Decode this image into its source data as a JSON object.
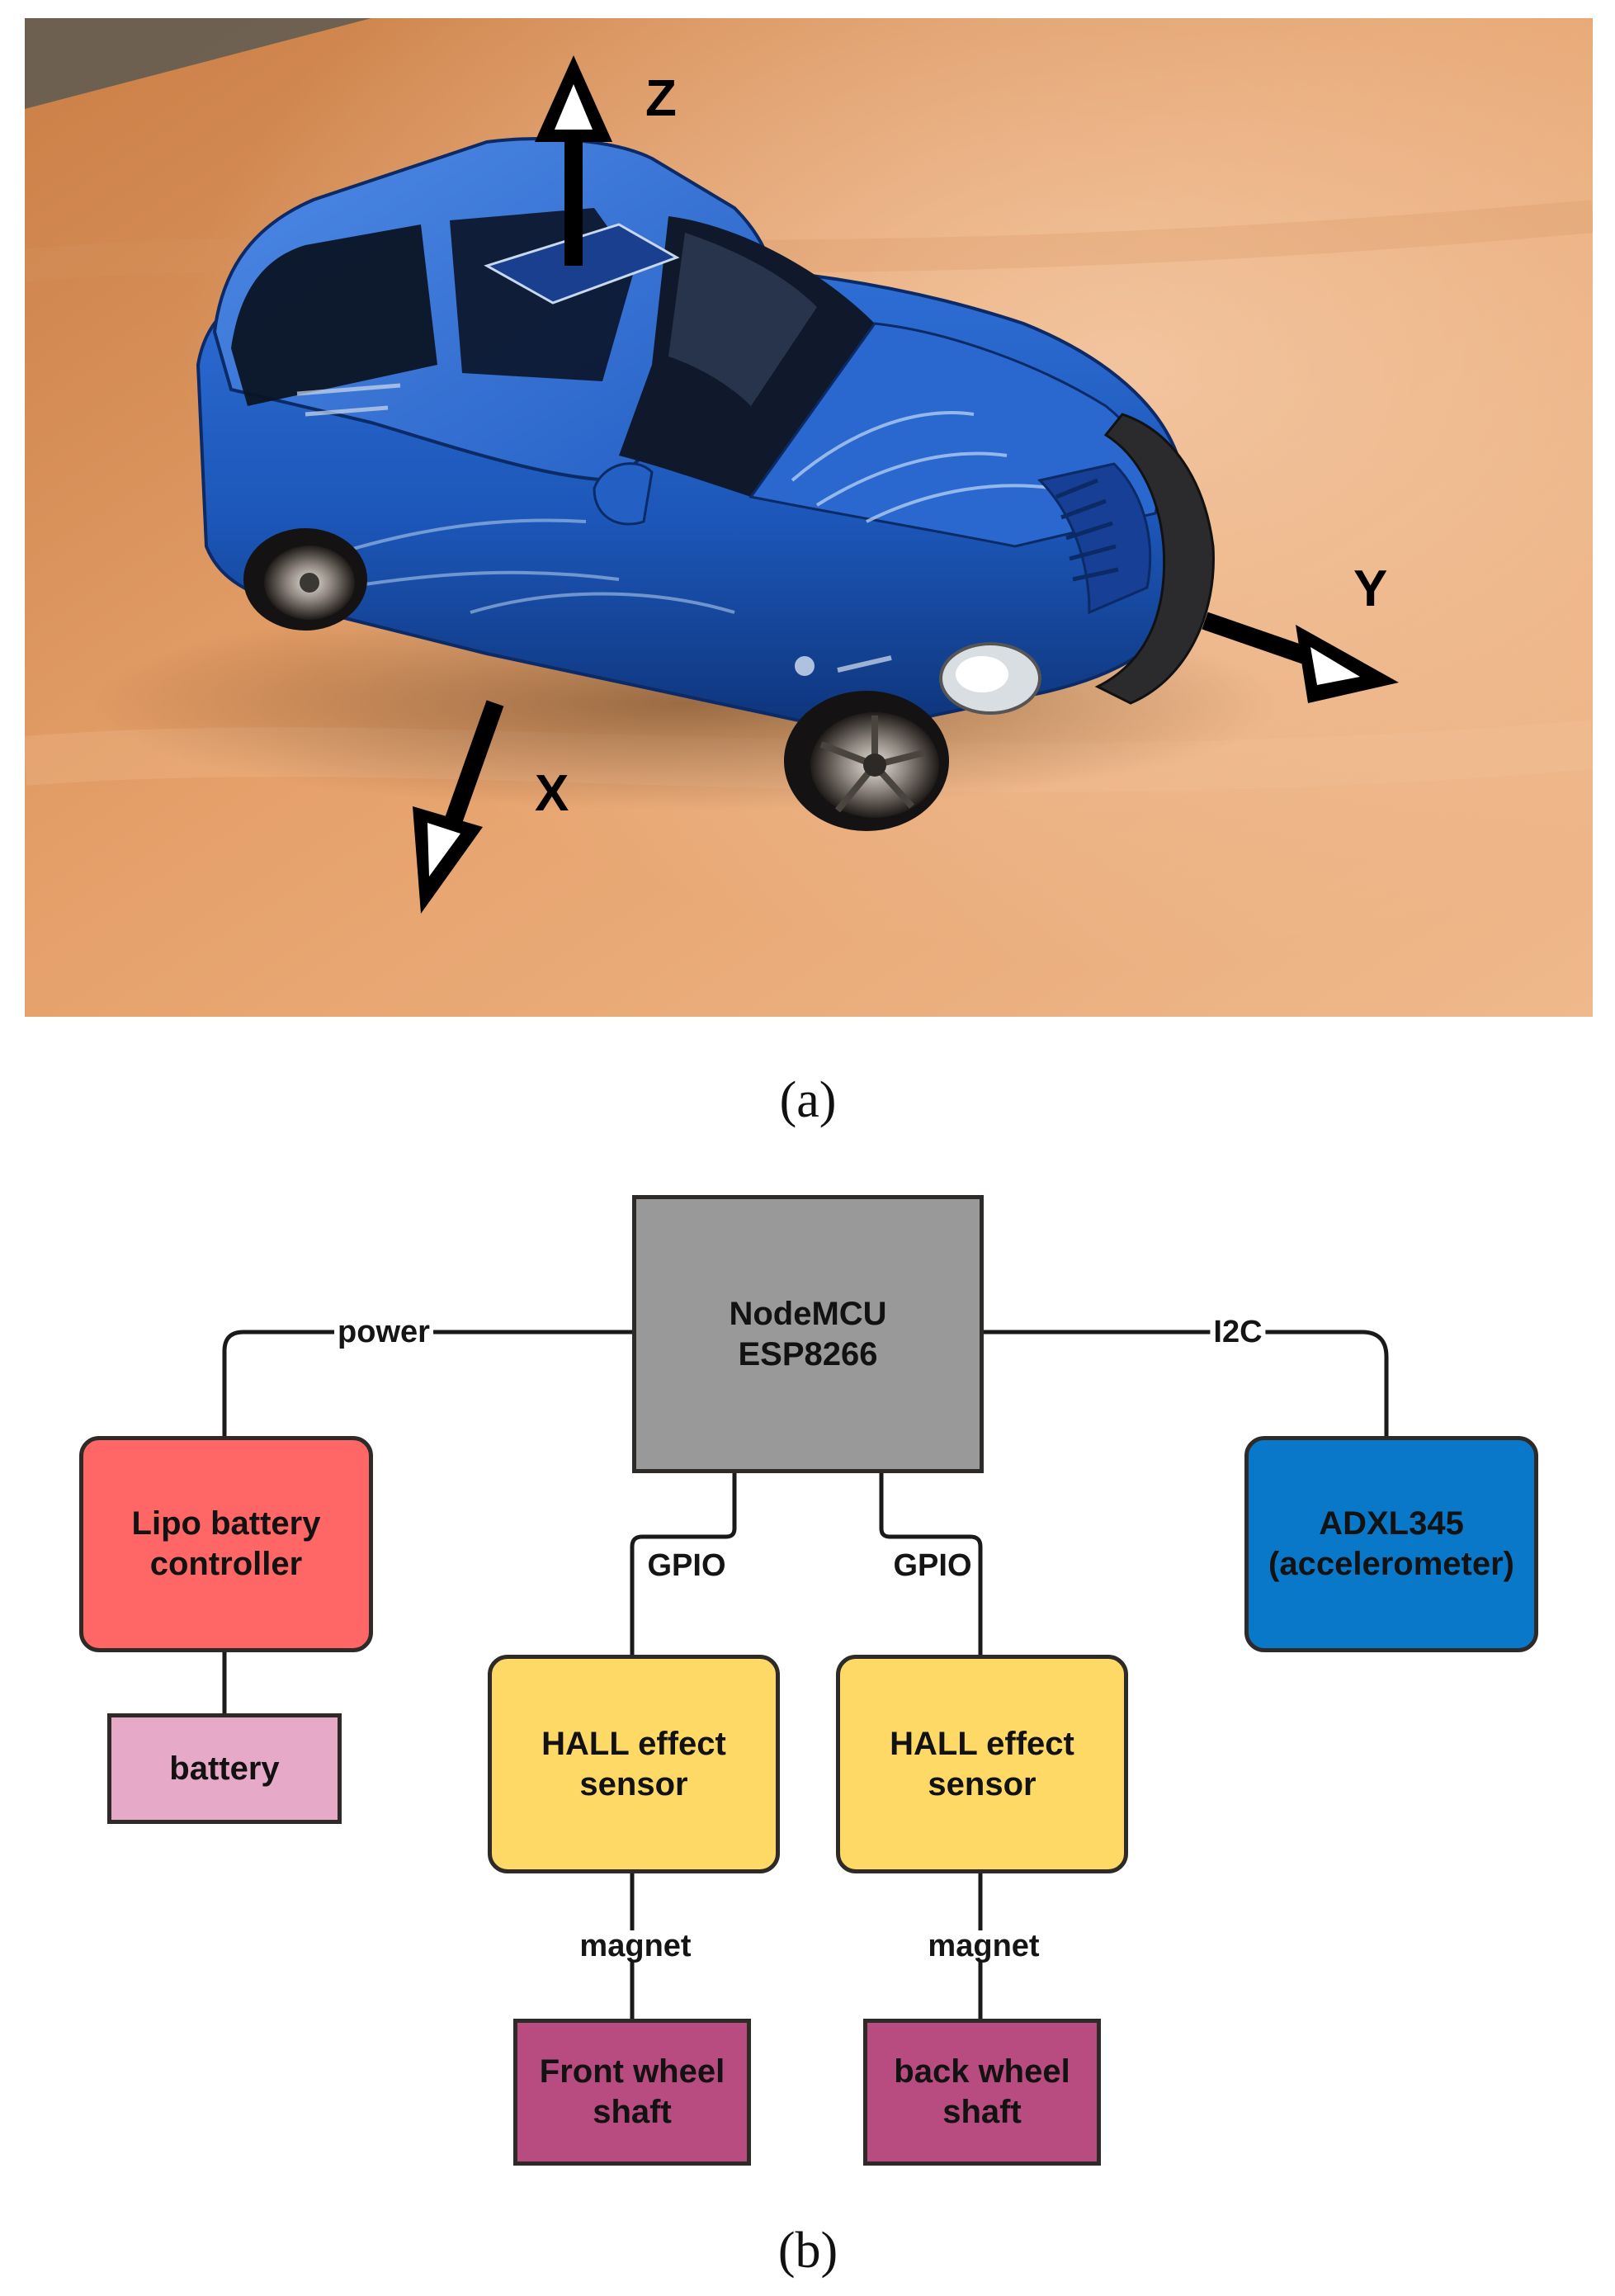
{
  "figure": {
    "panel_a": {
      "caption": "(a)",
      "axis_labels": {
        "z": "Z",
        "y": "Y",
        "x": "X"
      }
    },
    "panel_b": {
      "caption": "(b)",
      "nodes": {
        "mcu": {
          "line1": "NodeMCU",
          "line2": "ESP8266",
          "fill": "#999999"
        },
        "battery_controller": {
          "line1": "Lipo battery",
          "line2": "controller",
          "fill": "#ff6666"
        },
        "battery": {
          "label": "battery",
          "fill": "#e6a9c7"
        },
        "accelerometer": {
          "line1": "ADXL345",
          "line2": "(accelerometer)",
          "fill": "#0a78c8"
        },
        "hall_front": {
          "line1": "HALL effect",
          "line2": "sensor",
          "fill": "#ffd966"
        },
        "hall_back": {
          "line1": "HALL effect",
          "line2": "sensor",
          "fill": "#ffd966"
        },
        "front_shaft": {
          "line1": "Front wheel",
          "line2": "shaft",
          "fill": "#b84c80"
        },
        "back_shaft": {
          "line1": "back wheel",
          "line2": "shaft",
          "fill": "#b84c80"
        }
      },
      "edges": {
        "power": "power",
        "i2c": "I2C",
        "gpio_left": "GPIO",
        "gpio_right": "GPIO",
        "magnet_left": "magnet",
        "magnet_right": "magnet"
      }
    }
  }
}
